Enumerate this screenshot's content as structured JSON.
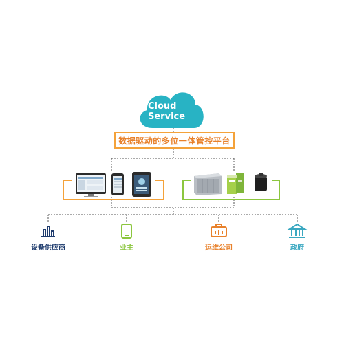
{
  "cloud": {
    "line1": "Cloud",
    "line2": "Service",
    "color": "#28b3c4"
  },
  "platform": {
    "label": "数据驱动的多位一体管控平台",
    "border_color": "#f4a23a"
  },
  "colors": {
    "orange": "#f4a23a",
    "green": "#8cc63f",
    "dashed": "#555555"
  },
  "left_group": {
    "icons": [
      "monitor-icon",
      "phone-icon",
      "tablet-icon"
    ]
  },
  "right_group": {
    "icons": [
      "battery-cabinet-icon",
      "battery-module-icon",
      "battery-cell-icon"
    ]
  },
  "stakeholders": [
    {
      "label": "设备供应商",
      "icon": "bar-chart-icon",
      "color": "#1f3c6e"
    },
    {
      "label": "业主",
      "icon": "mobile-icon",
      "color": "#8cc63f"
    },
    {
      "label": "运维公司",
      "icon": "toolbox-icon",
      "color": "#e8812b"
    },
    {
      "label": "政府",
      "icon": "government-building-icon",
      "color": "#3aa8c1"
    }
  ]
}
